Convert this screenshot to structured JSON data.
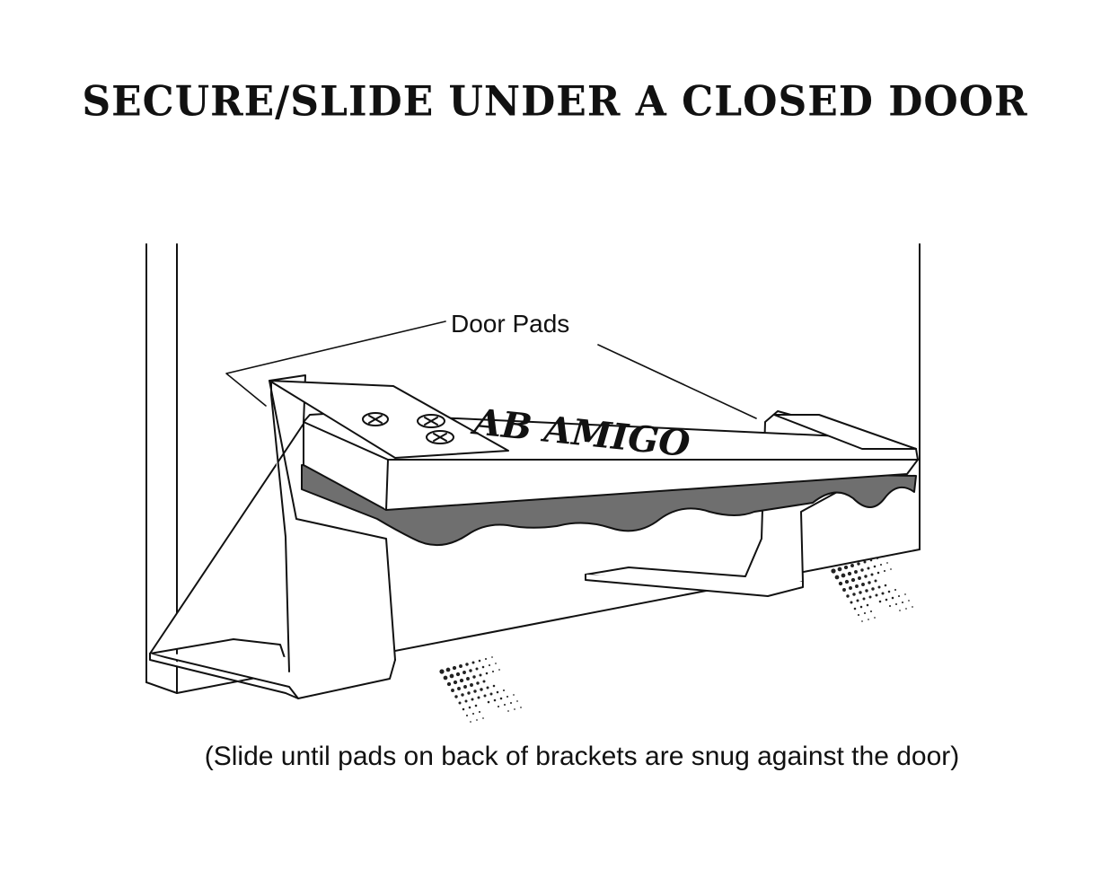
{
  "title": "SECURE/SLIDE UNDER A CLOSED DOOR",
  "callout_label": "Door Pads",
  "brand_label": "AB AMIGO",
  "caption": "(Slide until pads on back of brackets are snug against the door)",
  "colors": {
    "line": "#111111",
    "pad": "#6f6f6f",
    "background": "#ffffff",
    "arrow_dots": "#222222"
  }
}
